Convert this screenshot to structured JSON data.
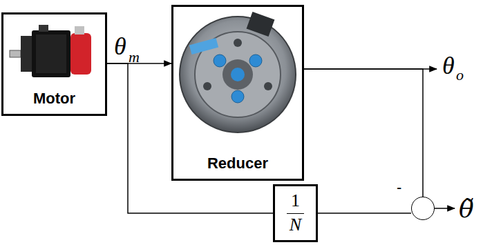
{
  "diagram": {
    "nodes": [
      {
        "text": [
          "Motor"
        ]
      },
      {
        "text": [
          "Reducer"
        ]
      },
      {
        "text": [
          "1",
          "N"
        ]
      },
      {
        "text": [
          "-"
        ]
      }
    ],
    "edges": [
      {
        "from": 0,
        "to": 1,
        "arrow": "to"
      },
      {
        "from": 0,
        "to": 2,
        "arrow": "none"
      },
      {
        "from": 1,
        "to": 3,
        "arrow": "none"
      },
      {
        "from": 2,
        "to": 3,
        "arrow": "none"
      }
    ],
    "labels": [
      "θ",
      "m",
      "θ",
      "o",
      "θ̃"
    ]
  }
}
